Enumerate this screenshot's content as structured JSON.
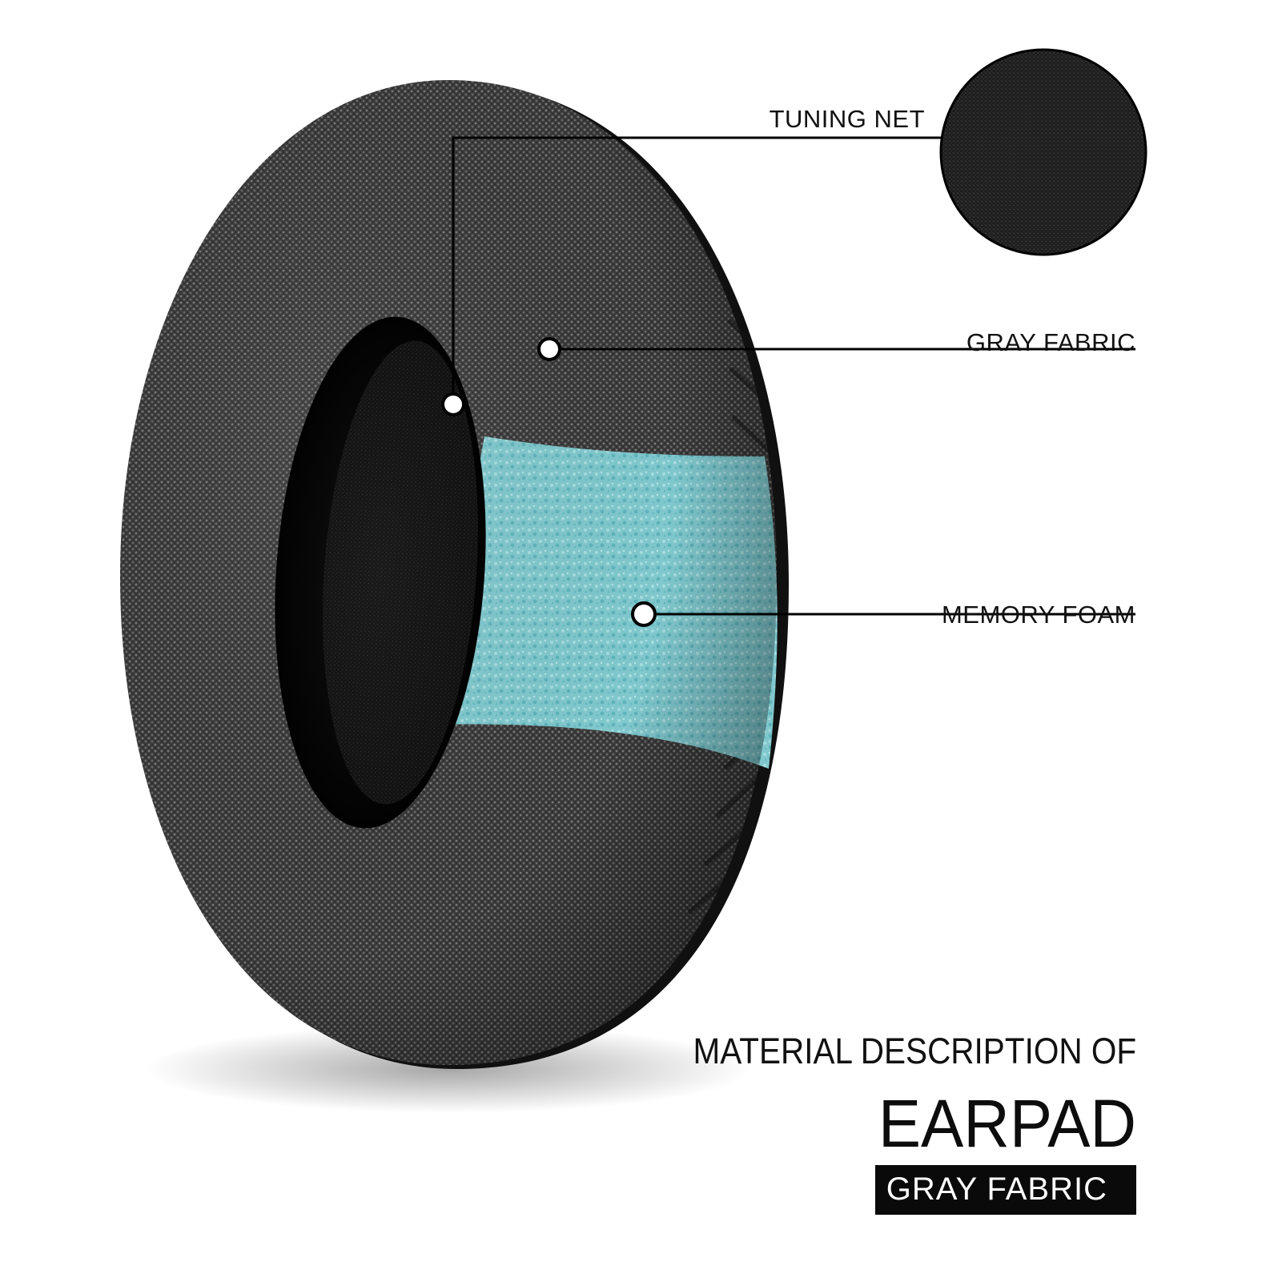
{
  "callouts": {
    "tuning_net": "TUNING NET",
    "gray_fabric": "GRAY FABRIC",
    "memory_foam": "MEMORY FOAM"
  },
  "title": {
    "line1": "MATERIAL DESCRIPTION OF",
    "line2": "EARPAD",
    "badge": "GRAY FABRIC"
  },
  "colors": {
    "background": "#ffffff",
    "fabric": "#3c3c3c",
    "foam": "#7ec9cf",
    "callout_line": "#000000",
    "badge_bg": "#0a0a0a",
    "badge_text": "#ffffff"
  }
}
